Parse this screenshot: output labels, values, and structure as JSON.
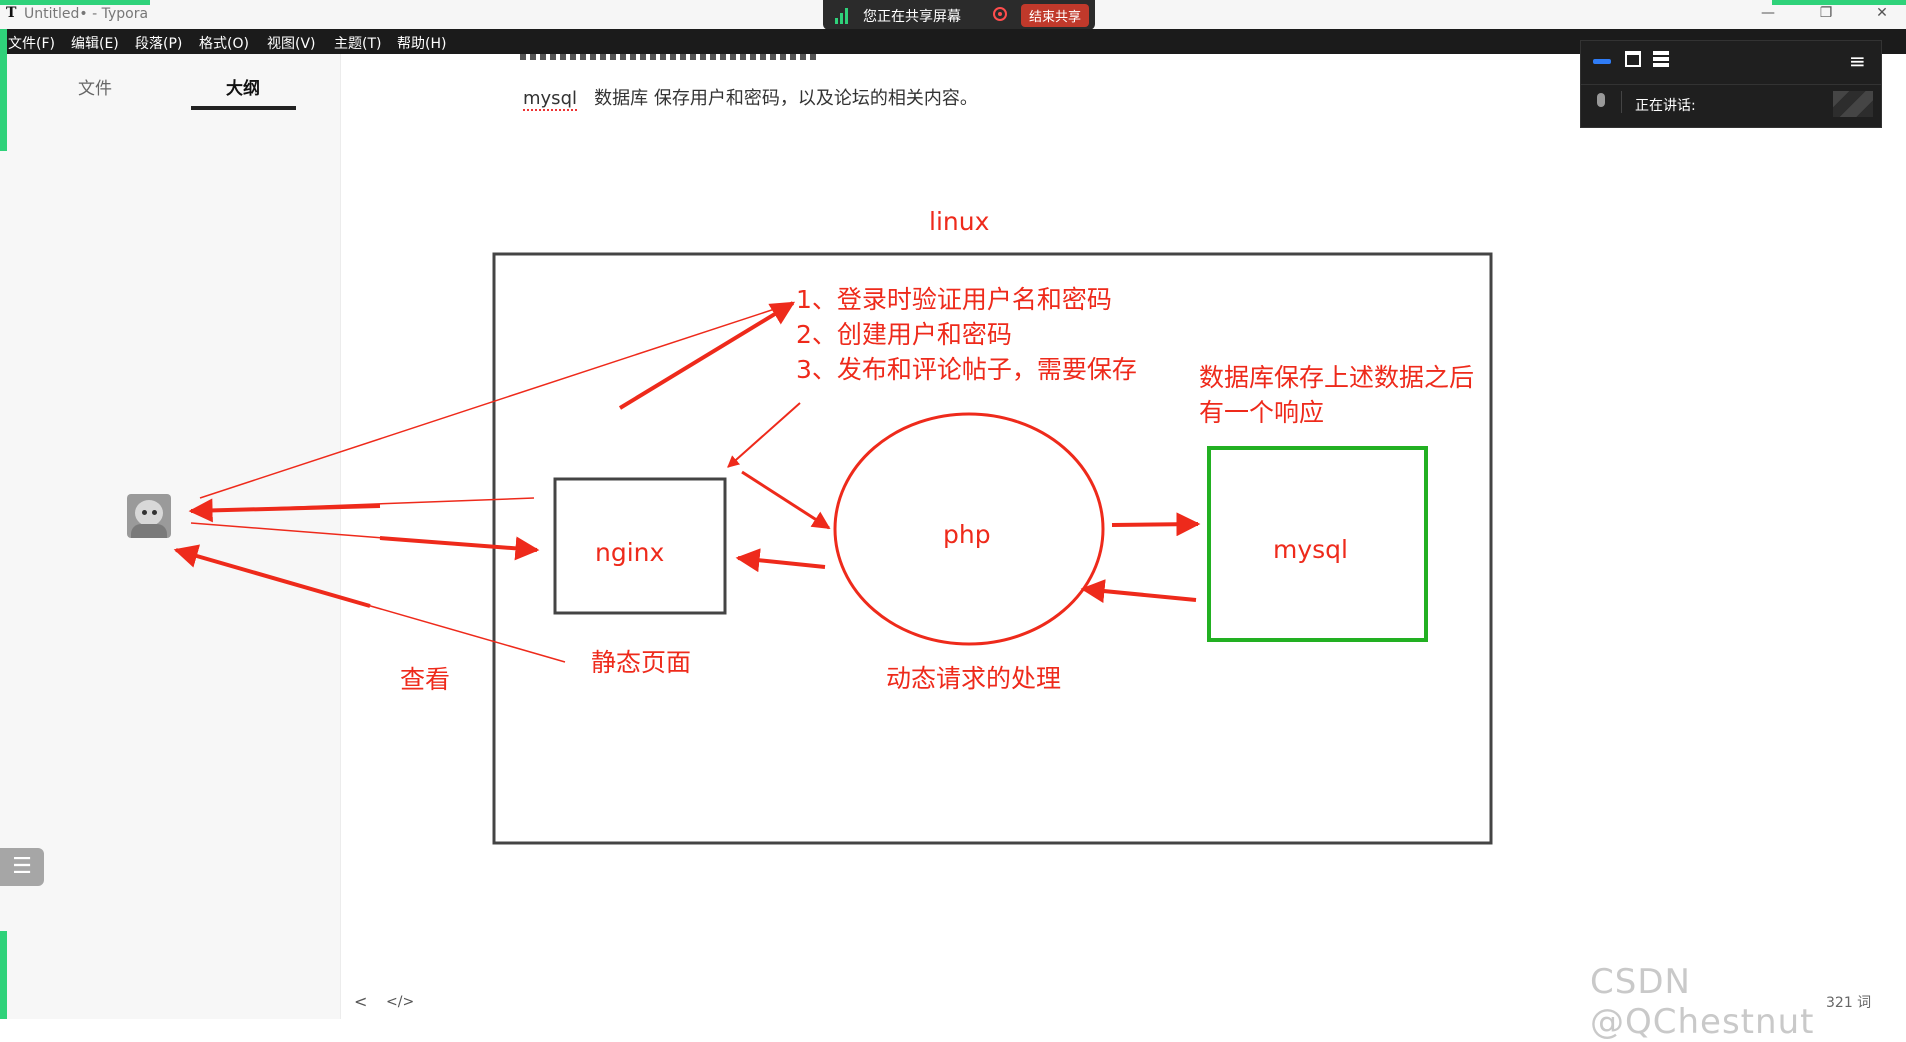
{
  "window": {
    "app_logo": "T",
    "title": "Untitled• - Typora",
    "minimize": "—",
    "maximize": "❐",
    "close": "✕"
  },
  "menu": [
    "文件(F)",
    "编辑(E)",
    "段落(P)",
    "格式(O)",
    "视图(V)",
    "主题(T)",
    "帮助(H)"
  ],
  "sharing": {
    "text": "您正在共享屏幕",
    "end_button": "结束共享"
  },
  "sidebar": {
    "tabs": [
      {
        "label": "文件",
        "active": false
      },
      {
        "label": "大纲",
        "active": true
      }
    ],
    "outline_toggle": "☰"
  },
  "editor": {
    "mysql_word": "mysql",
    "mysql_desc": "数据库  保存用户和密码，以及论坛的相关内容。"
  },
  "meeting_panel": {
    "speaking_label": "正在讲话:"
  },
  "diagram": {
    "linux_label": "linux",
    "steps": [
      "1、登录时验证用户名和密码",
      "2、创建用户和密码",
      "3、发布和评论帖子，需要保存"
    ],
    "db_note": [
      "数据库保存上述数据之后",
      "有一个响应"
    ],
    "nginx_label": "nginx",
    "php_label": "php",
    "mysql_label": "mysql",
    "static_label": "静态页面",
    "dynamic_label": "动态请求的处理",
    "view_label": "查看",
    "colors": {
      "arrow": "#ee2a1b",
      "box": "#444444",
      "db_box": "#22b022"
    }
  },
  "footer": {
    "back": "<",
    "source": "</>",
    "word_count": "321 词",
    "watermark": "CSDN @QChestnut"
  }
}
